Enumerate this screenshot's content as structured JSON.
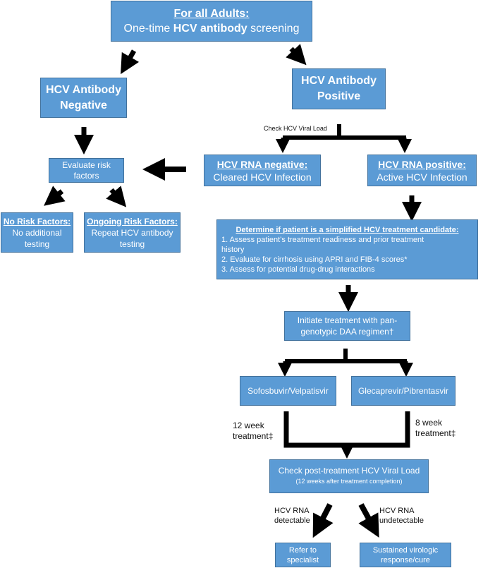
{
  "screening": {
    "title": "For all Adults:",
    "line_pre": "One-time ",
    "line_bold": "HCV antibody",
    "line_post": " screening"
  },
  "ab_negative": {
    "line1": "HCV Antibody",
    "line2": "Negative"
  },
  "ab_positive": {
    "line1": "HCV Antibody",
    "line2": "Positive"
  },
  "check_viral_load": "Check HCV Viral Load",
  "rna_negative": {
    "title": "HCV RNA negative:",
    "text": "Cleared HCV Infection"
  },
  "rna_positive": {
    "title": "HCV RNA positive:",
    "text": "Active HCV Infection"
  },
  "evaluate_risk": {
    "line1": "Evaluate risk",
    "line2": "factors"
  },
  "no_risk": {
    "title": "No Risk Factors:",
    "line1": "No additional",
    "line2": "testing"
  },
  "ongoing_risk": {
    "title": "Ongoing Risk Factors:",
    "line1": "Repeat HCV antibody",
    "line2": "testing"
  },
  "candidate": {
    "title": "Determine if patient is a  simplified HCV treatment candidate:",
    "item1_a": "1. Assess patient’s treatment readiness and prior treatment",
    "item1_b": "history",
    "item2": "2. Evaluate for cirrhosis using APRI and FIB-4 scores*",
    "item3": "3. Assess for potential drug-drug interactions"
  },
  "initiate": {
    "line1": "Initiate treatment with pan-",
    "line2": "genotypic DAA regimen†"
  },
  "sof_vel": "Sofosbuvir/Velpatisvir",
  "gle_pib": "Glecaprevir/Pibrentasvir",
  "week12": {
    "line1": "12 week",
    "line2": "treatment‡"
  },
  "week8": {
    "line1": "8 week",
    "line2": "treatment‡"
  },
  "post_check": {
    "line1": "Check post-treatment HCV Viral Load",
    "line2": "(12 weeks after treatment completion)"
  },
  "detectable": {
    "line1": "HCV RNA",
    "line2": "detectable"
  },
  "undetectable": {
    "line1": "HCV RNA",
    "line2": "undetectable"
  },
  "refer": {
    "line1": "Refer to",
    "line2": "specialist"
  },
  "svr": {
    "line1": "Sustained virologic",
    "line2": "response/cure"
  }
}
